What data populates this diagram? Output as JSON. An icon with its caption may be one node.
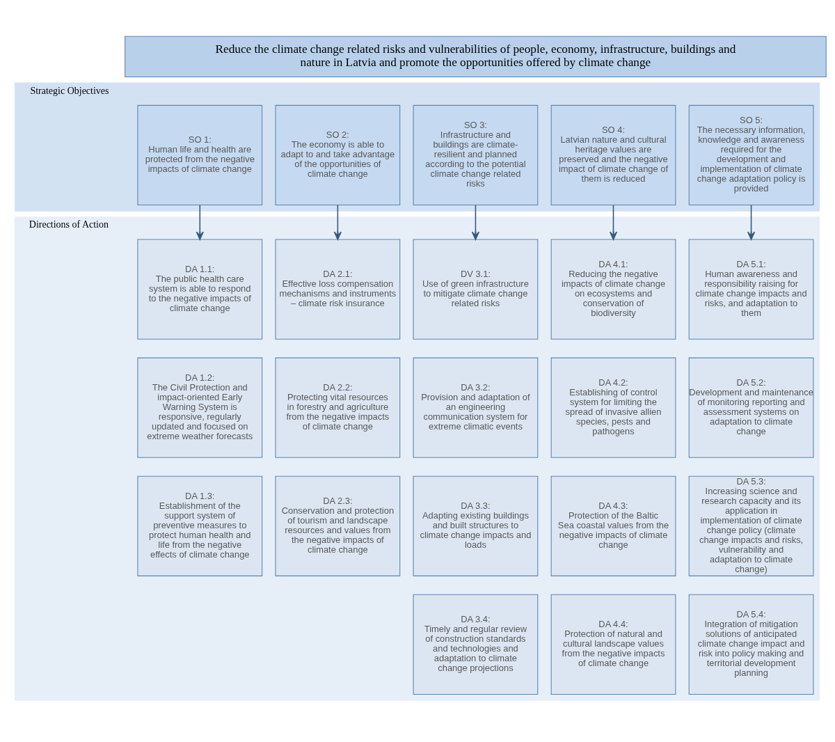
{
  "diagram": {
    "nodes": [
      {
        "text": [
          "Reduce the climate change related risks and vulnerabilities of people, economy, infrastructure, buildings and nature in Latvia and promote the opportunities offered by climate change"
        ]
      },
      {
        "text": [
          "Strategic Objectives"
        ]
      },
      {
        "text": [
          "SO 1:",
          "Human life and health are protected from the negative impacts of climate change"
        ],
        "in": 1
      },
      {
        "text": [
          "SO 2:",
          "The economy is able to adapt to and take advantage of the opportunities of climate change"
        ],
        "in": 1
      },
      {
        "text": [
          "SO 3:",
          "Infrastructure and buildings are climate-resilient and planned according to the potential climate change related risks"
        ],
        "in": 1
      },
      {
        "text": [
          "SO 4:",
          "Latvian nature and cultural heritage values are preserved and the negative impact of climate change of them is reduced"
        ],
        "in": 1
      },
      {
        "text": [
          "SO 5:",
          "The necessary information, knowledge and awareness required for the development and implementation of climate change adaptation policy is provided"
        ],
        "in": 1
      },
      {
        "text": [
          "Directions of Action"
        ]
      },
      {
        "text": [
          "DA 1.1:",
          "The public health care system is able to respond to the negative impacts of climate change"
        ],
        "in": 7
      },
      {
        "text": [
          "DA 2.1:",
          "Effective loss compensation mechanisms and instruments – climate risk insurance"
        ],
        "in": 7
      },
      {
        "text": [
          "DV 3.1:",
          "Use of green infrastructure to mitigate climate change related risks"
        ],
        "in": 7
      },
      {
        "text": [
          "DA 4.1:",
          "Reducing the negative impacts of climate change on ecosystems and conservation of biodiversity"
        ],
        "in": 7
      },
      {
        "text": [
          "DA 5.1:",
          "Human awareness and responsibility raising for climate change impacts and risks, and adaptation to them"
        ],
        "in": 7
      },
      {
        "text": [
          "DA 1.2:",
          "The Civil Protection and impact-oriented Early Warning System is responsive, regularly updated and focused on extreme weather forecasts"
        ],
        "in": 7
      },
      {
        "text": [
          "DA 2.2:",
          "Protecting vital resources in forestry and agriculture from the negative impacts of climate change"
        ],
        "in": 7
      },
      {
        "text": [
          "DA 3.2:",
          "Provision and adaptation of an engineering communication system for extreme climatic events"
        ],
        "in": 7
      },
      {
        "text": [
          "DA 4.2:",
          "Establishing of control system for limiting the spread of invasive allien species, pests and pathogens"
        ],
        "in": 7
      },
      {
        "text": [
          "DA 5.2:",
          "Development and maintenance of monitoring reporting and assessment systems on adaptation to climate change"
        ],
        "in": 7
      },
      {
        "text": [
          "DA 1.3:",
          "Establishment of the support system of preventive measures to protect human health and life from the negative effects of climate change"
        ],
        "in": 7
      },
      {
        "text": [
          "DA 2.3:",
          "Conservation and protection of tourism and landscape resources and values from the negative impacts of climate change"
        ],
        "in": 7
      },
      {
        "text": [
          "DA 3.3:",
          "Adapting existing buildings and built structures to climate change impacts and loads"
        ],
        "in": 7
      },
      {
        "text": [
          "DA 4.3:",
          "Protection of the Baltic Sea coastal values from the negative impacts of climate change"
        ],
        "in": 7
      },
      {
        "text": [
          "DA 5.3:",
          "Increasing science and research capacity and its application in implementation of climate change policy (climate change impacts and risks, vulnerability and adaptation to climate change)"
        ],
        "in": 7
      },
      {
        "text": [
          "DA 3.4:",
          "Timely and regular review of construction standards and technologies and adaptation to climate change projections"
        ],
        "in": 7
      },
      {
        "text": [
          "DA 4.4:",
          "Protection of natural and cultural landscape values from the negative impacts of climate change"
        ],
        "in": 7
      },
      {
        "text": [
          "DA 5.4:",
          "Integration of mitigation solutions of anticipated climate change impact and risk into policy making and territorial development planning"
        ],
        "in": 7
      }
    ],
    "edges": [
      {
        "from": 2,
        "to": 8,
        "arrow": "to"
      },
      {
        "from": 3,
        "to": 9,
        "arrow": "to"
      },
      {
        "from": 4,
        "to": 10,
        "arrow": "to"
      },
      {
        "from": 5,
        "to": 11,
        "arrow": "to"
      },
      {
        "from": 6,
        "to": 12,
        "arrow": "to"
      }
    ]
  }
}
